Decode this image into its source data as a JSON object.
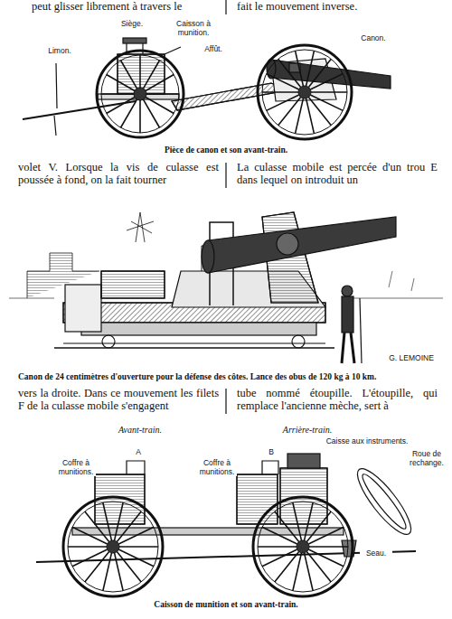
{
  "diagram": {
    "labels": [
      "peut glisser librement à travers le",
      "fait le mouvement inverse.",
      "Siège.",
      "Caisson à munition.",
      "Affût.",
      "Canon.",
      "Limon.",
      "Pièce de canon et son avant-train.",
      "volet V. Lorsque la vis de culasse est poussée à fond, on la fait tourner",
      "La culasse mobile est percée d'un trou E dans lequel on introduit un",
      "G. LEMOINE",
      "Canon de 24 centimètres d'ouverture pour la défense des côtes. Lance des obus de 120 kg à 10 km.",
      "vers la droite. Dans ce mouvement les filets F de la culasse mobile s'engagent",
      "tube nommé étoupille. L'étoupille, qui remplace l'ancienne mèche, sert à",
      "Avant-train.",
      "Arrière-train.",
      "Caisse aux instruments.",
      "Coffre à munitions.",
      "A",
      "Coffre à munitions.",
      "B",
      "Roue de rechange.",
      "Seau.",
      "Caisson de munition et son avant-train."
    ]
  }
}
